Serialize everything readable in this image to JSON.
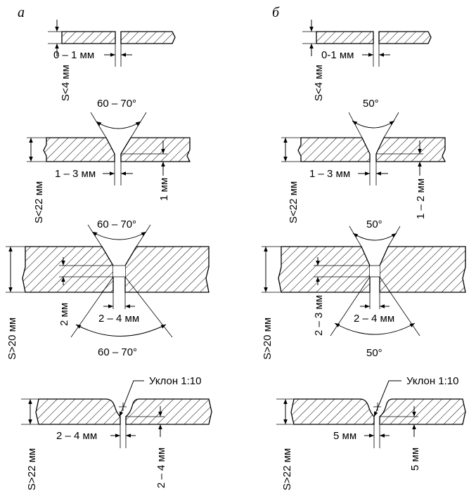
{
  "variants": [
    {
      "letter": "а",
      "joints": [
        {
          "gap": "0 – 1 мм",
          "thickness": "S<4 мм"
        },
        {
          "angle": "60 – 70°",
          "gap": "1 – 3 мм",
          "root": "1 мм",
          "thickness": "S<22 мм"
        },
        {
          "angle_top": "60 – 70°",
          "angle_bottom": "60 – 70°",
          "gap": "2 – 4 мм",
          "root": "2 мм",
          "thickness": "S>20 мм"
        },
        {
          "slope": "Уклон 1:10",
          "gap": "2 – 4 мм",
          "root": "2 – 4 мм",
          "thickness": "S>22 мм"
        }
      ]
    },
    {
      "letter": "б",
      "joints": [
        {
          "gap": "0-1 мм",
          "thickness": "S<4 мм"
        },
        {
          "angle": "50°",
          "gap": "1 – 3 мм",
          "root": "1 – 2 мм",
          "thickness": "S<22 мм"
        },
        {
          "angle_top": "50°",
          "angle_bottom": "50°",
          "gap": "2 – 4 мм",
          "root": "2 – 3 мм",
          "thickness": "S>20 мм"
        },
        {
          "slope": "Уклон 1:10",
          "gap": "5 мм",
          "root": "5 мм",
          "thickness": "S>22 мм"
        }
      ]
    }
  ]
}
